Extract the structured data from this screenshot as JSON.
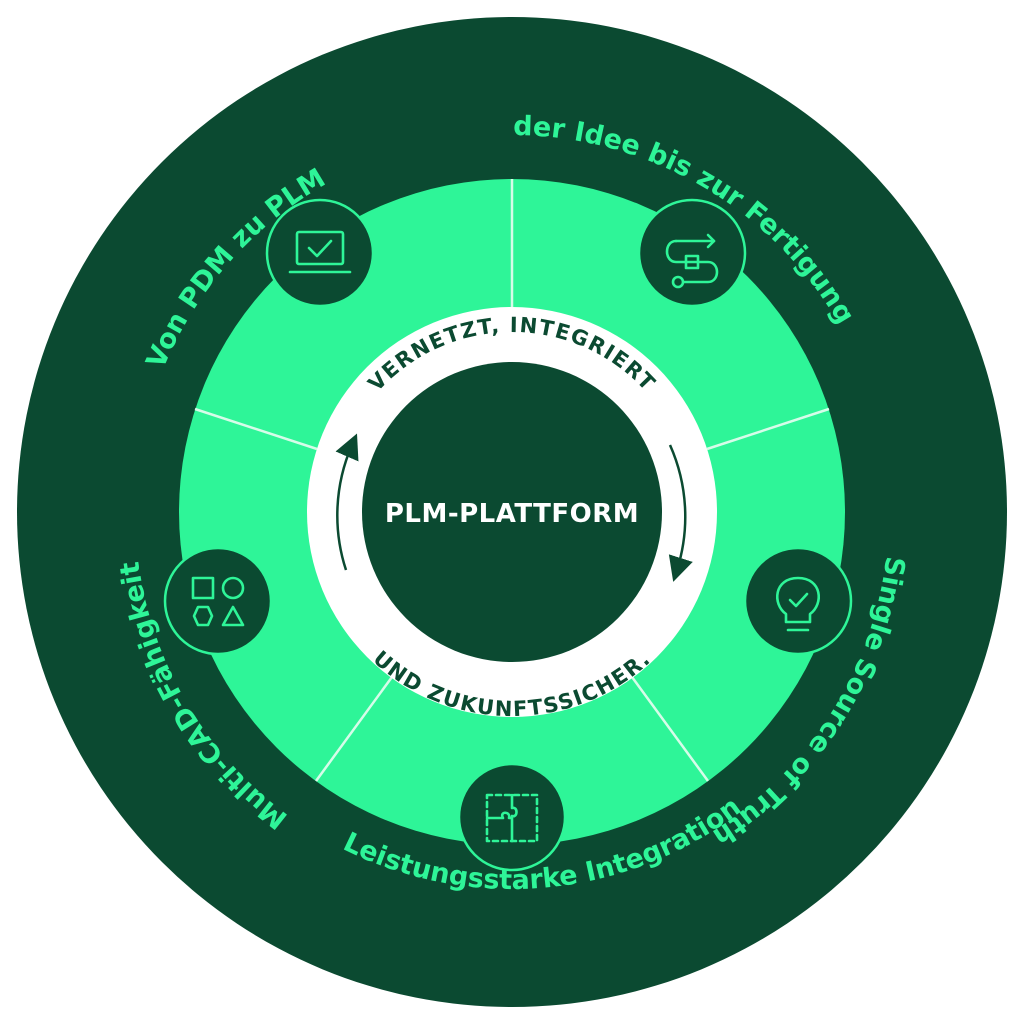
{
  "colors": {
    "dark_green": "#0b4a31",
    "mint": "#2ef598",
    "white": "#ffffff"
  },
  "center": {
    "title": "PLM-PLATTFORM",
    "ring_top": "VERNETZT, INTEGRIERT",
    "ring_bottom": "UND ZUKUNFTSSICHER."
  },
  "segments": [
    {
      "label": "Von PDM zu PLM",
      "icon": "laptop-check-icon"
    },
    {
      "label": "Von der Idee bis zur Fertigung",
      "icon": "workflow-path-icon"
    },
    {
      "label": "Single Source of Truth",
      "icon": "lightbulb-check-icon"
    },
    {
      "label": "Leistungsstarke Integration",
      "icon": "puzzle-icon"
    },
    {
      "label": "Multi-CAD-Fähigkeit",
      "icon": "shapes-icon"
    }
  ]
}
